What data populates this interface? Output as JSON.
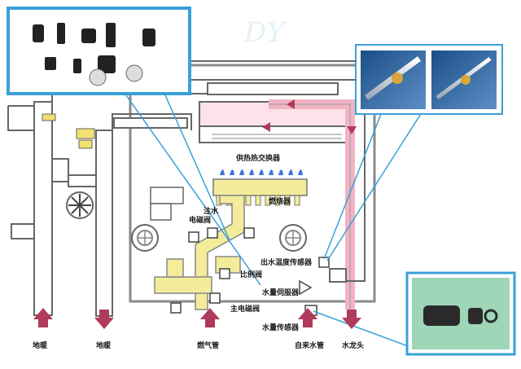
{
  "labels": {
    "heat_exchanger": "供热热交换器",
    "burner": "燃烧器",
    "water_inject_valve_l1": "注水",
    "water_inject_valve_l2": "电磁阀",
    "outlet_temp_sensor": "出水温度传感器",
    "proportional_valve": "比例阀",
    "water_servo": "水量伺服器",
    "main_solenoid_valve": "主电磁阀",
    "water_flow_sensor": "水量传感器",
    "floor_heating_left": "地暖",
    "floor_heating_right": "地暖",
    "gas_pipe": "燃气管",
    "tap_water_pipe": "自来水管",
    "faucet": "水龙头"
  },
  "watermark": "DY",
  "colors": {
    "hot_pipe": "#f2b3c4",
    "cold_pipe": "#ffffff",
    "pipe_outline": "#6c6c6c",
    "gas_pipe": "#f3ec9a",
    "flame": "#3b73e0",
    "callout": "#3aa0d8",
    "arrow": "#b03a5b"
  }
}
